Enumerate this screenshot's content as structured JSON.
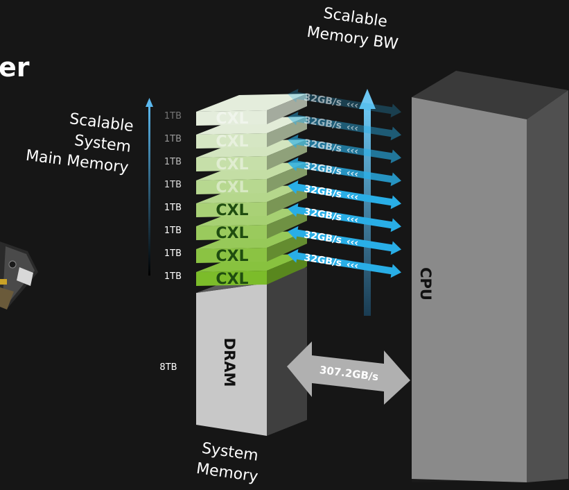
{
  "header": {
    "partial_title": "er"
  },
  "scalable_bw": {
    "line1": "Scalable",
    "line2": "Memory BW"
  },
  "scalable_system": {
    "line1": "Scalable",
    "line2": "System",
    "line3": "Main Memory"
  },
  "system_memory": {
    "line1": "System",
    "line2": "Memory"
  },
  "dram": {
    "label": "DRAM",
    "capacity": "8TB"
  },
  "cpu": {
    "label": "CPU"
  },
  "dram_link": {
    "bandwidth": "307.2GB/s"
  },
  "cxl_modules": [
    {
      "label": "CXL",
      "capacity": "1TB",
      "bandwidth": "32GB/s"
    },
    {
      "label": "CXL",
      "capacity": "1TB",
      "bandwidth": "32GB/s"
    },
    {
      "label": "CXL",
      "capacity": "1TB",
      "bandwidth": "32GB/s"
    },
    {
      "label": "CXL",
      "capacity": "1TB",
      "bandwidth": "32GB/s"
    },
    {
      "label": "CXL",
      "capacity": "1TB",
      "bandwidth": "32GB/s"
    },
    {
      "label": "CXL",
      "capacity": "1TB",
      "bandwidth": "32GB/s"
    },
    {
      "label": "CXL",
      "capacity": "1TB",
      "bandwidth": "32GB/s"
    },
    {
      "label": "CXL",
      "capacity": "1TB",
      "bandwidth": "32GB/s"
    }
  ],
  "colors": {
    "background": "#161616",
    "dram_front": "#c8c8c8",
    "cpu_front": "#8a8a8a",
    "arrow_blue": "#29aee6",
    "arrow_gray": "#b0b0b0",
    "cxl_bottom": "#7cbc2a",
    "cxl_top": "#e4eddc"
  }
}
